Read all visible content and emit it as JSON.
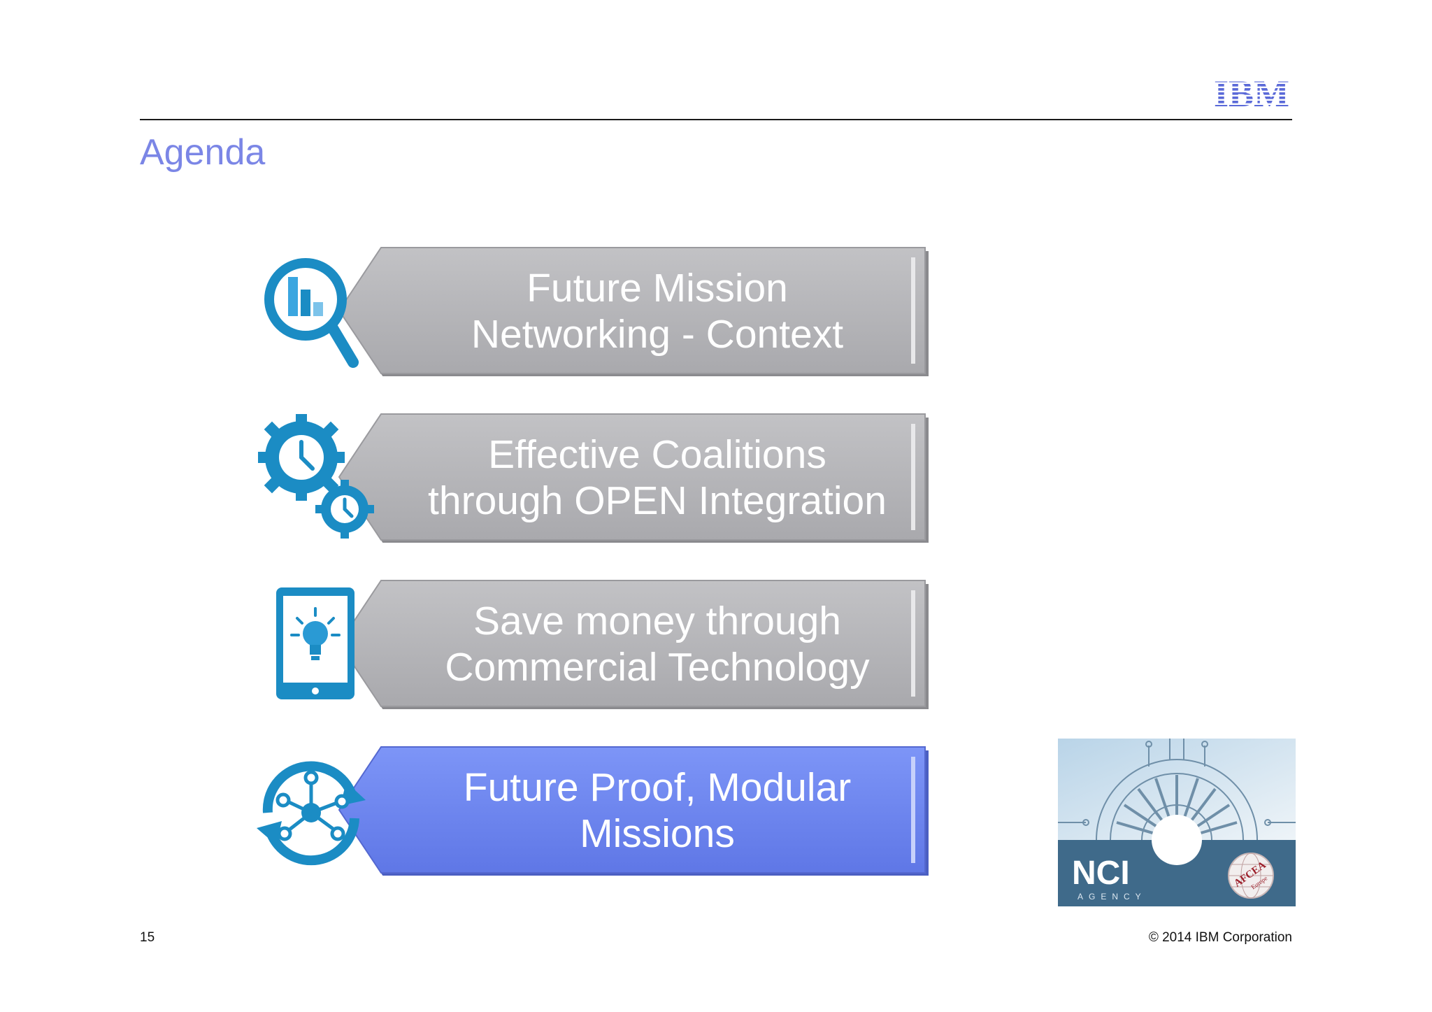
{
  "header": {
    "logo_text": "IBM",
    "title": "Agenda"
  },
  "agenda_items": [
    {
      "label": "Future Mission\nNetworking - Context",
      "icon": "magnifier-chart-icon",
      "active": false
    },
    {
      "label": "Effective Coalitions\nthrough OPEN Integration",
      "icon": "gears-clock-icon",
      "active": false
    },
    {
      "label": "Save money through\nCommercial Technology",
      "icon": "tablet-lightbulb-icon",
      "active": false
    },
    {
      "label": "Future Proof, Modular\nMissions",
      "icon": "network-cycle-icon",
      "active": true
    }
  ],
  "badge": {
    "org_text": "NCI",
    "org_sub": "AGENCY",
    "partner_text": "AFCEA",
    "partner_sub": "Europe"
  },
  "footer": {
    "page_number": "15",
    "copyright": "© 2014 IBM Corporation"
  },
  "colors": {
    "title": "#7b86e6",
    "item_grey": "#b4b4b8",
    "item_active": "#7088f0",
    "icon_blue": "#1b8cc4"
  }
}
